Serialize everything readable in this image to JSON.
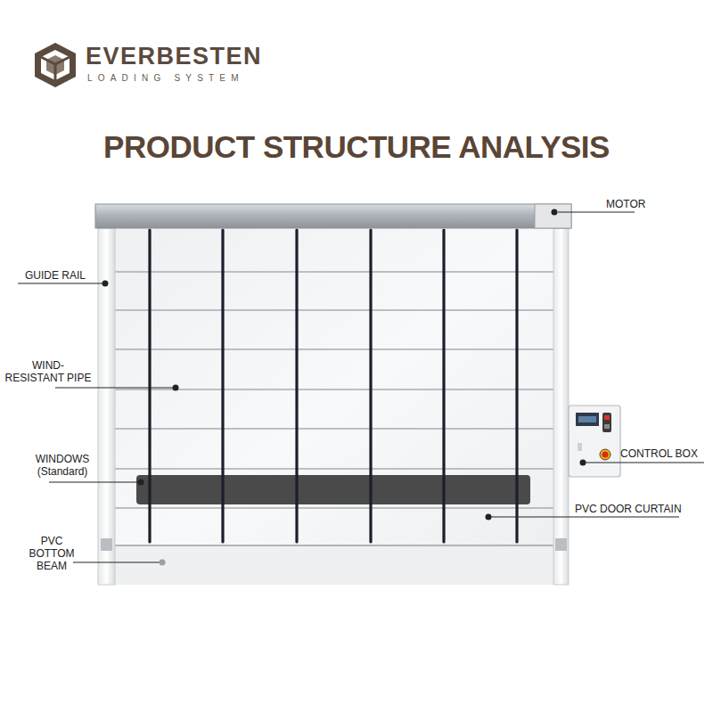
{
  "diagram": {
    "title": "PRODUCT STRUCTURE ANALYSIS",
    "labels": [
      "EVERBESTEN",
      "LOADING SYSTEM",
      "MOTOR",
      "GUIDE RAIL",
      "WIND-RESISTANT PIPE",
      "WINDOWS (Standard)",
      "CONTROL BOX",
      "PVC DOOR CURTAIN",
      "PVC BOTTOM BEAM"
    ]
  }
}
